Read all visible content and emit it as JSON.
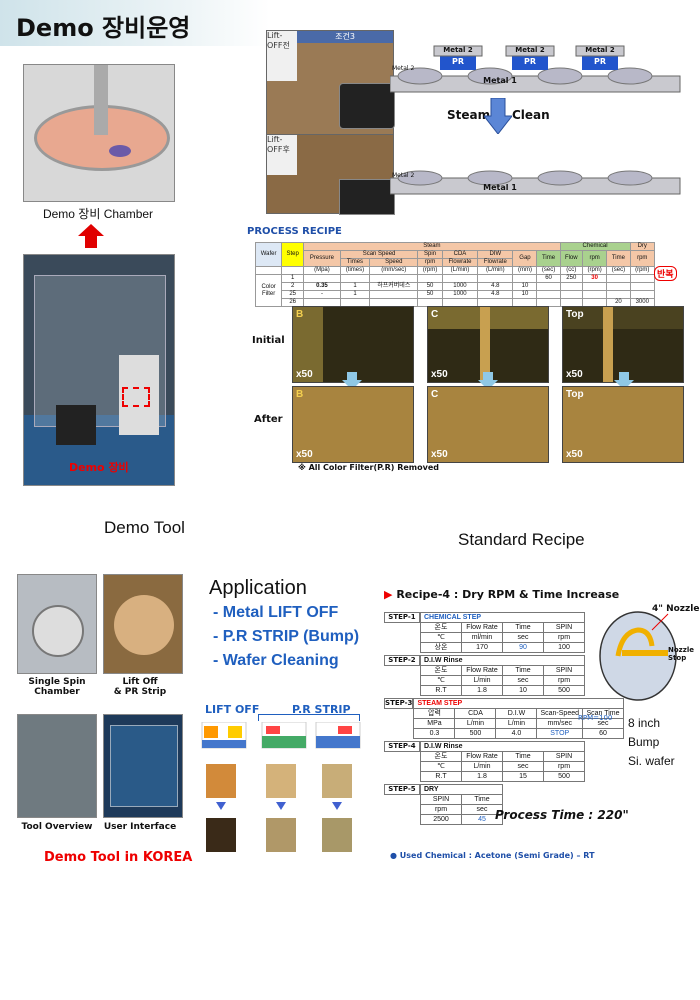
{
  "title": "Demo 장비운영",
  "chamber_label": "Demo  장비 Chamber",
  "demo_equipment_label": "Demo  장비",
  "demo_tool_label": "Demo Tool",
  "standard_recipe_label": "Standard Recipe",
  "process_top": {
    "condition_label": "조건3",
    "before_label": "Lift-\nOFF전",
    "after_label": "Lift-\nOFF후",
    "metal2": "Metal 2",
    "pr": "PR",
    "metal1": "Metal 1",
    "steam": "Steam",
    "clean": "Clean"
  },
  "process_recipe": {
    "title": "PROCESS RECIPE",
    "group_headers": {
      "steam": "Steam",
      "chemical": "Chemical",
      "dry": "Dry"
    },
    "headers": [
      "Wafer",
      "Step",
      "Pressure",
      "Scan Speed",
      "Spin",
      "CDA",
      "DIW",
      "Gap",
      "Time",
      "Flow",
      "rpm",
      "Time",
      "rpm"
    ],
    "sub_headers": [
      "Times",
      "Speed",
      "rpm",
      "Flowrate",
      "Flowrate"
    ],
    "units": [
      "(Mpa)",
      "(times)",
      "(mm/sec)",
      "(rpm)",
      "(L/min)",
      "(L/min)",
      "(mm)",
      "(sec)",
      "(cc)",
      "(rpm)",
      "(sec)",
      "(rpm)"
    ],
    "wafer": "Color\nFilter",
    "rows": [
      [
        "1",
        "",
        "",
        "",
        "",
        "",
        "",
        "",
        "60",
        "250",
        "30",
        "",
        ""
      ],
      [
        "2",
        "0.35",
        "1",
        "하프커버데스",
        "50",
        "1000",
        "4.8",
        "10",
        "",
        "",
        "",
        "",
        ""
      ],
      [
        "25",
        "-",
        "1",
        "",
        "50",
        "1000",
        "4.8",
        "10",
        "",
        "",
        "",
        "",
        ""
      ],
      [
        "26",
        "",
        "",
        "",
        "",
        "",
        "",
        "",
        "",
        "",
        "",
        "20",
        "3000"
      ]
    ],
    "repeat_label": "반복"
  },
  "micrographs": {
    "initial_label": "Initial",
    "after_label": "After",
    "panels": [
      "B",
      "C",
      "Top"
    ],
    "magnification": "x50",
    "note": "※ All Color Filter(P.R) Removed"
  },
  "demo_tool": {
    "photos": [
      "Single Spin Chamber",
      "Lift Off\n& PR Strip",
      "Tool Overview",
      "User Interface"
    ],
    "korea_label": "Demo Tool in KOREA"
  },
  "application": {
    "title": "Application",
    "items": [
      "- Metal LIFT OFF",
      "- P.R STRIP (Bump)",
      "- Wafer Cleaning"
    ],
    "lift_off": "LIFT OFF",
    "pr_strip": "P.R STRIP"
  },
  "recipe4": {
    "title": "Recipe-4 : Dry RPM & Time Increase",
    "steps": [
      {
        "label": "STEP-1",
        "name": "CHEMICAL STEP",
        "cols": [
          "온도",
          "Flow Rate",
          "Time",
          "SPIN"
        ],
        "units": [
          "℃",
          "ml/min",
          "sec",
          "rpm"
        ],
        "values": [
          "상온",
          "170",
          "90",
          "100"
        ]
      },
      {
        "label": "STEP-2",
        "name": "D.I.W Rinse",
        "cols": [
          "온도",
          "Flow Rate",
          "Time",
          "SPIN"
        ],
        "units": [
          "℃",
          "L/min",
          "sec",
          "rpm"
        ],
        "values": [
          "R.T",
          "1.8",
          "10",
          "500"
        ]
      },
      {
        "label": "STEP-3",
        "name": "STEAM STEP",
        "cols": [
          "압력",
          "CDA",
          "D.I.W",
          "Scan-Speed",
          "Scan Time"
        ],
        "units": [
          "MPa",
          "L/min",
          "L/min",
          "mm/sec",
          "sec"
        ],
        "values": [
          "0.3",
          "500",
          "4.0",
          "STOP",
          "60"
        ]
      },
      {
        "label": "STEP-4",
        "name": "D.I.W Rinse",
        "cols": [
          "온도",
          "Flow Rate",
          "Time",
          "SPIN"
        ],
        "units": [
          "℃",
          "L/min",
          "sec",
          "rpm"
        ],
        "values": [
          "R.T",
          "1.8",
          "15",
          "500"
        ]
      },
      {
        "label": "STEP-5",
        "name": "DRY",
        "cols": [
          "SPIN",
          "Time"
        ],
        "units": [
          "rpm",
          "sec"
        ],
        "values": [
          "2500",
          "45"
        ]
      }
    ],
    "rpm_note": "RPM=100",
    "process_time": "Process Time : 220\"",
    "used_chemical": "● Used Chemical : Acetone (Semi Grade) – RT",
    "nozzle": "4\" Nozzle",
    "nozzle_stop": "Nozzle\nStop",
    "wafer_label": "8 inch\nBump\nSi. wafer"
  }
}
